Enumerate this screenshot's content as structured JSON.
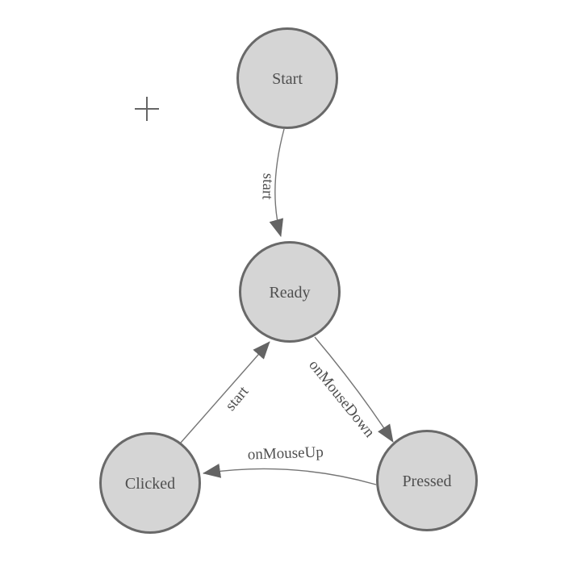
{
  "diagram": {
    "type": "state-machine",
    "nodes": [
      {
        "id": "start",
        "label": "Start"
      },
      {
        "id": "ready",
        "label": "Ready"
      },
      {
        "id": "clicked",
        "label": "Clicked"
      },
      {
        "id": "pressed",
        "label": "Pressed"
      }
    ],
    "edges": [
      {
        "from": "Start",
        "to": "Ready",
        "label": "start"
      },
      {
        "from": "Ready",
        "to": "Pressed",
        "label": "onMouseDown"
      },
      {
        "from": "Clicked",
        "to": "Ready",
        "label": "start"
      },
      {
        "from": "Pressed",
        "to": "Clicked",
        "label": "onMouseUp"
      }
    ],
    "colors": {
      "node_fill": "#d5d5d5",
      "node_border": "#696969",
      "edge_line": "#757575",
      "arrowhead": "#646464",
      "text": "#4f4f4f",
      "crosshair": "#666666",
      "background": "#ffffff"
    },
    "cursor": {
      "icon": "crosshair-plus"
    }
  }
}
